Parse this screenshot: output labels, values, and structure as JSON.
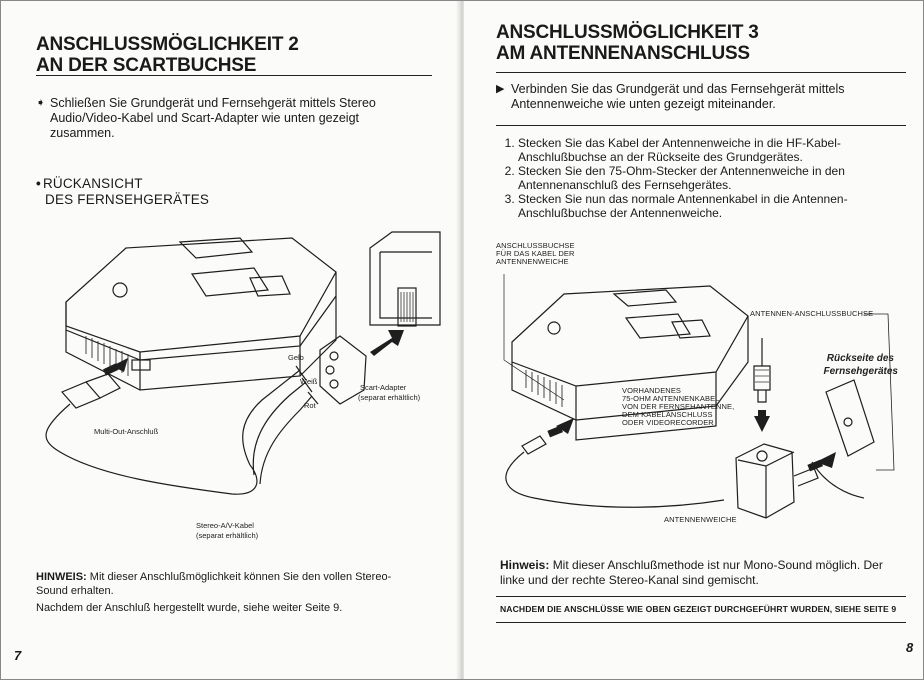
{
  "left_page": {
    "title_line1": "ANSCHLUSSMÖGLICHKEIT 2",
    "title_line2": "AN DER SCARTBUCHSE",
    "bullet_mark": "➧",
    "bullet_text": "Schließen Sie Grundgerät und Fernsehgerät mittels Stereo Audio/Video-Kabel und Scart-Adapter wie unten gezeigt zusammen.",
    "subhead_dot": "•",
    "subhead_line1": "RÜCKANSICHT",
    "subhead_line2": "DES FERNSEHGERÄTES",
    "labels": {
      "gelb": "Gelb",
      "weiss": "Weiß",
      "rot": "Rot",
      "scart_adapter": "Scart-Adapter",
      "scart_adapter_note": "(separat erhältlich)",
      "multi_out": "Multi-Out-Anschluß",
      "av_kabel": "Stereo-A/V-Kabel",
      "av_kabel_note": "(separat erhältlich)"
    },
    "hinweis_label": "HINWEIS:",
    "hinweis_text": "Mit dieser Anschlußmöglichkeit können Sie den vollen Stereo-Sound erhalten.",
    "after_text": "Nachdem der Anschluß hergestellt wurde, siehe weiter Seite 9.",
    "page_number": "7"
  },
  "right_page": {
    "title_line1": "ANSCHLUSSMÖGLICHKEIT 3",
    "title_line2": "AM ANTENNENANSCHLUSS",
    "bullet_mark": "▶",
    "bullet_text": "Verbinden Sie das Grundgerät und das Fernsehgerät mittels Antennenweiche wie unten gezeigt miteinander.",
    "steps": [
      "Stecken Sie das Kabel der Antennenweiche in die HF-Kabel-Anschlußbuchse an der Rückseite des Grundgerätes.",
      "Stecken Sie den 75-Ohm-Stecker der Antennenweiche in den Antennenanschluß des Fernsehgerätes.",
      "Stecken Sie nun das normale Antennenkabel in die Antennen-Anschlußbuchse der Antennenweiche."
    ],
    "labels": {
      "buchse_l1": "ANSCHLUSSBUCHSE",
      "buchse_l2": "FÜR DAS KABEL DER",
      "buchse_l3": "ANTENNENWEICHE",
      "antennen_buchse": "ANTENNEN-ANSCHLUSSBUCHSE",
      "rueckseite_l1": "Rückseite des",
      "rueckseite_l2": "Fernsehgerätes",
      "kabel_l1": "VORHANDENES",
      "kabel_l2": "75-OHM ANTENNENKABEL",
      "kabel_l3": "VON DER FERNSEHANTENNE,",
      "kabel_l4": "DEM KABELANSCHLUSS",
      "kabel_l5": "ODER VIDEORECORDER",
      "weiche": "ANTENNENWEICHE"
    },
    "hinweis_label": "Hinweis:",
    "hinweis_text": "Mit dieser Anschlußmethode ist nur Mono-Sound möglich. Der linke und der rechte Stereo-Kanal sind gemischt.",
    "footer_text": "NACHDEM DIE ANSCHLÜSSE WIE OBEN GEZEIGT DURCHGEFÜHRT WURDEN, SIEHE SEITE 9",
    "page_number": "8"
  }
}
